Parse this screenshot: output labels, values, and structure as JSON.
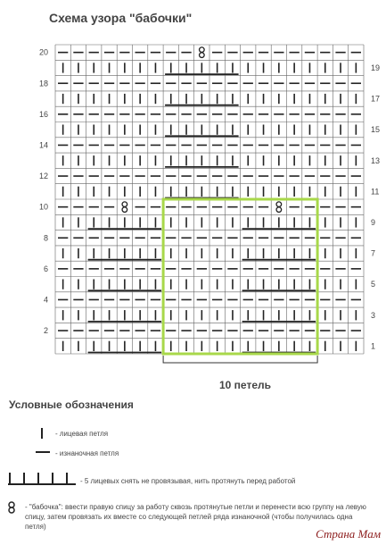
{
  "title": "Схема узора \"бабочки\"",
  "grid": {
    "rows": 20,
    "cols": 20,
    "left_row_labels": [
      "2",
      "4",
      "6",
      "8",
      "10",
      "12",
      "14",
      "16",
      "18",
      "20"
    ],
    "right_row_labels": [
      "1",
      "3",
      "5",
      "7",
      "9",
      "11",
      "13",
      "15",
      "17",
      "19"
    ]
  },
  "symbols": {
    "knit": "|",
    "purl": "—",
    "butterfly": "butterfly-icon"
  },
  "repeat": {
    "label": "10 петель",
    "highlight_color": "#a8d84a"
  },
  "legend": {
    "title": "Условные обозначения",
    "items": [
      {
        "symbol": "knit",
        "text": "- лицевая петля"
      },
      {
        "symbol": "purl",
        "text": "- изнаночная петля"
      },
      {
        "symbol": "slip5",
        "text": "- 5 лицевых снять не провязывая, нить протянуть перед работой"
      },
      {
        "symbol": "butterfly",
        "text": "- \"бабочка\": ввести правую спицу за работу сквозь протянутые петли и перенести всю группу на левую спицу, затем провязать их вместе со следующей петлей ряда изнаночной (чтобы получилась одна петля)"
      }
    ]
  },
  "watermark": "Страна Мам"
}
